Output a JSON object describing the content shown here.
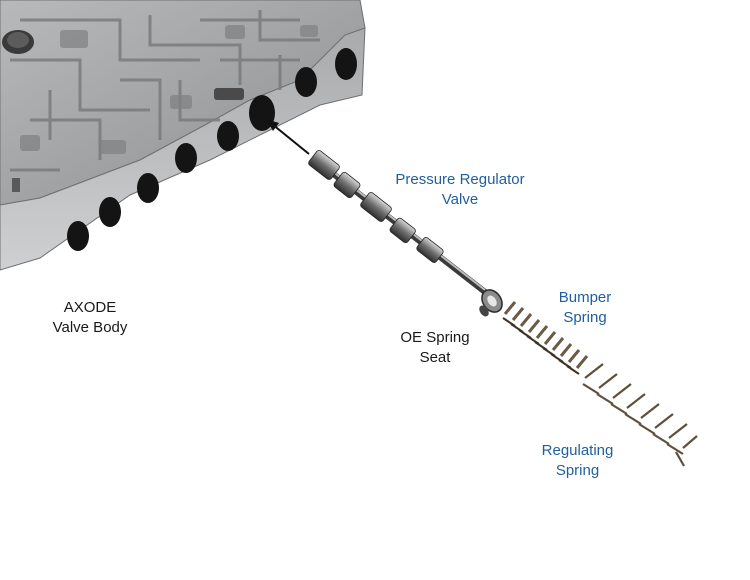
{
  "labels": {
    "valve_body": {
      "line1": "AXODE",
      "line2": "Valve Body"
    },
    "pressure_regulator": {
      "line1": "Pressure Regulator",
      "line2": "Valve"
    },
    "bumper_spring": {
      "line1": "Bumper",
      "line2": "Spring"
    },
    "spring_seat": {
      "line1": "OE Spring",
      "line2": "Seat"
    },
    "regulating_spring": {
      "line1": "Regulating",
      "line2": "Spring"
    }
  },
  "colors": {
    "label_dark": "#1a1a1a",
    "label_blue": "#1f5f9e",
    "casting": "#9a9b9d",
    "spring": "#6b5a44"
  }
}
